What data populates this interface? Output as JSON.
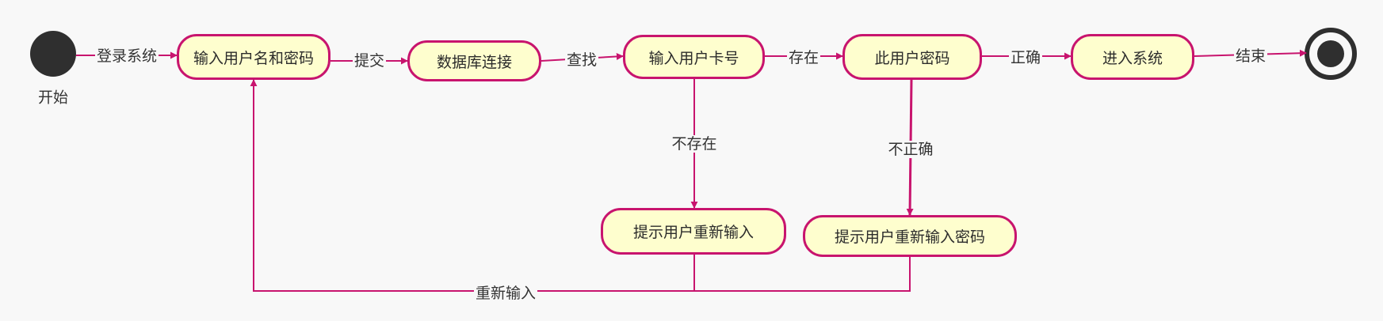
{
  "colors": {
    "edge": "#c8146e",
    "node_fill": "#fefece",
    "node_border": "#c8146e",
    "start_fill": "#2f2f2f",
    "background": "#f8f8f8"
  },
  "diagram": {
    "start": {
      "label": "开始"
    },
    "nodes": {
      "input_user_pw": "输入用户名和密码",
      "db_connect": "数据库连接",
      "input_card": "输入用户卡号",
      "user_password": "此用户密码",
      "enter_system": "进入系统",
      "prompt_reinput": "提示用户重新输入",
      "prompt_reinput_pw": "提示用户重新输入密码"
    },
    "edges": {
      "login": "登录系统",
      "submit": "提交",
      "search": "查找",
      "exists": "存在",
      "correct": "正确",
      "end": "结束",
      "not_exists": "不存在",
      "incorrect": "不正确",
      "reinput": "重新输入"
    }
  }
}
